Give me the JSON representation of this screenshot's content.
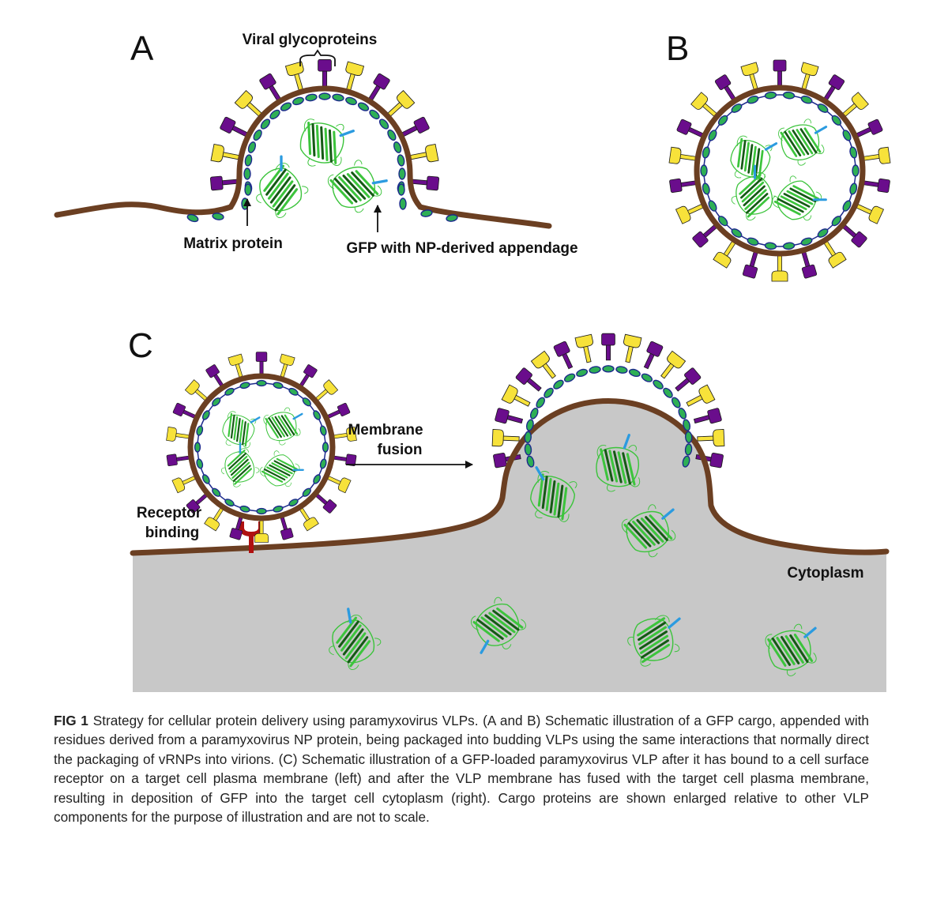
{
  "figure": {
    "panels": {
      "a": {
        "letter": "A",
        "labels": {
          "glycoproteins": "Viral glycoproteins",
          "matrix": "Matrix protein",
          "gfp": "GFP with NP-derived appendage"
        }
      },
      "b": {
        "letter": "B"
      },
      "c": {
        "letter": "C",
        "labels": {
          "fusion_line1": "Membrane",
          "fusion_line2": "fusion",
          "receptor_line1": "Receptor",
          "receptor_line2": "binding",
          "cytoplasm": "Cytoplasm"
        }
      }
    },
    "colors": {
      "membrane": "#6b3f22",
      "matrix_fill": "#2eaf55",
      "matrix_stroke": "#1c2a8c",
      "glyco_purple": "#6a0d8c",
      "glyco_yellow": "#f7e23a",
      "gfp_light": "#3cc43c",
      "gfp_dark": "#145a14",
      "appendage": "#2b9be0",
      "cytoplasm": "#c8c8c8",
      "receptor": "#b01010"
    }
  },
  "caption": {
    "label": "FIG 1",
    "text": "Strategy for cellular protein delivery using paramyxovirus VLPs. (A and B) Schematic illustration of a GFP cargo, appended with residues derived from a paramyxovirus NP protein, being packaged into budding VLPs using the same interactions that normally direct the packaging of vRNPs into virions. (C) Schematic illustration of a GFP-loaded paramyxovirus VLP after it has bound to a cell surface receptor on a target cell plasma membrane (left) and after the VLP membrane has fused with the target cell plasma membrane, resulting in deposition of GFP into the target cell cytoplasm (right). Cargo proteins are shown enlarged relative to other VLP components for the purpose of illustration and are not to scale."
  }
}
